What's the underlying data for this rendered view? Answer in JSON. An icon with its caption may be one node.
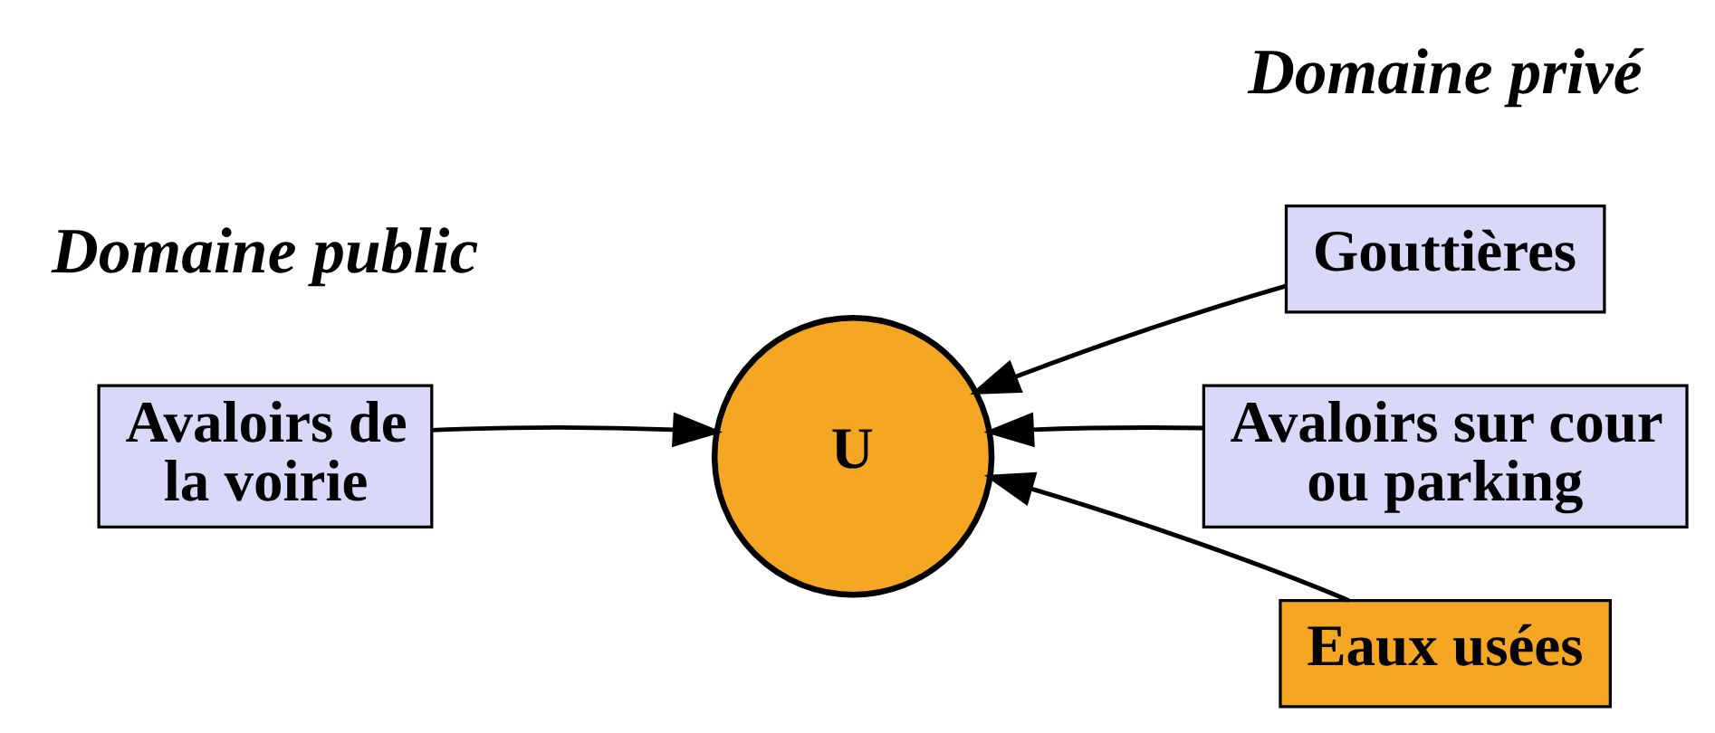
{
  "diagram": {
    "nodes": [
      {
        "text": [
          "Avaloirs de la voirie"
        ]
      },
      {
        "text": [
          "U"
        ]
      },
      {
        "text": [
          "Gouttières"
        ]
      },
      {
        "text": [
          "Avaloirs sur cour ou parking"
        ]
      },
      {
        "text": [
          "Eaux usées"
        ]
      }
    ],
    "edges": [
      {
        "from": 0,
        "to": 1,
        "arrow": "to"
      },
      {
        "from": 2,
        "to": 1,
        "arrow": "to"
      },
      {
        "from": 3,
        "to": 1,
        "arrow": "to"
      },
      {
        "from": 4,
        "to": 1,
        "arrow": "to"
      }
    ],
    "labels": [
      "Domaine public",
      "Domaine privé"
    ]
  }
}
